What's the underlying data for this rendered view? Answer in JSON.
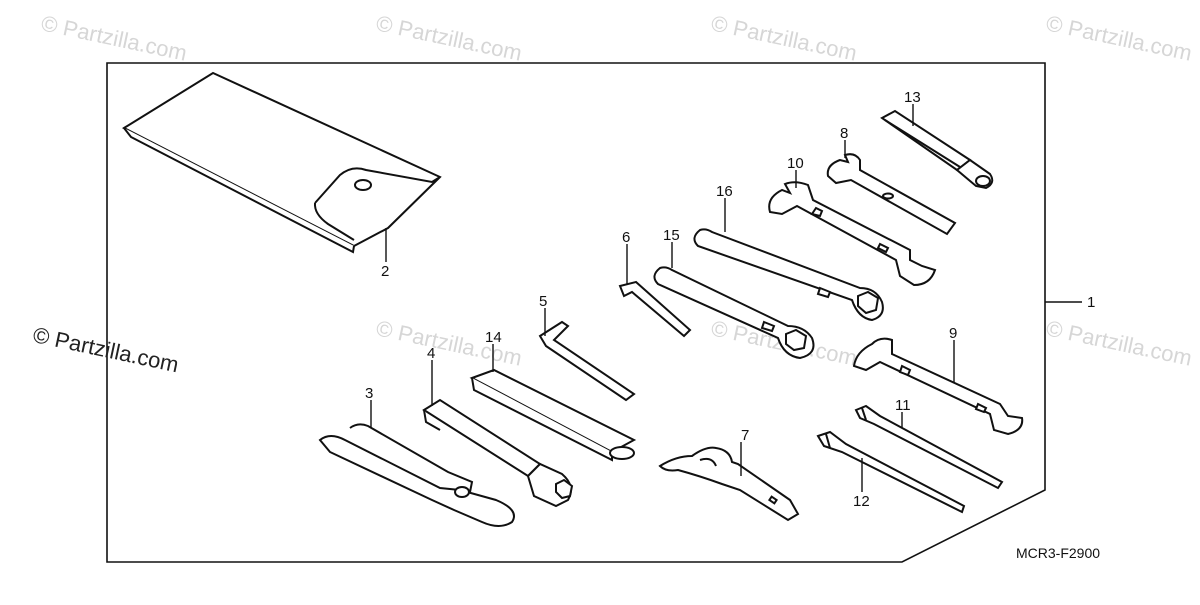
{
  "diagram": {
    "watermark_text": "© Partzilla.com",
    "side_watermark": "© Partzilla.com",
    "diagram_code": "MCR3-F2900",
    "callouts": {
      "c1": "1",
      "c2": "2",
      "c3": "3",
      "c4": "4",
      "c5": "5",
      "c6": "6",
      "c7": "7",
      "c8": "8",
      "c9": "9",
      "c10": "10",
      "c11": "11",
      "c12": "12",
      "c13": "13",
      "c14": "14",
      "c15": "15",
      "c16": "16"
    },
    "colors": {
      "line": "#111111",
      "watermark": "#d6d6d6"
    }
  }
}
